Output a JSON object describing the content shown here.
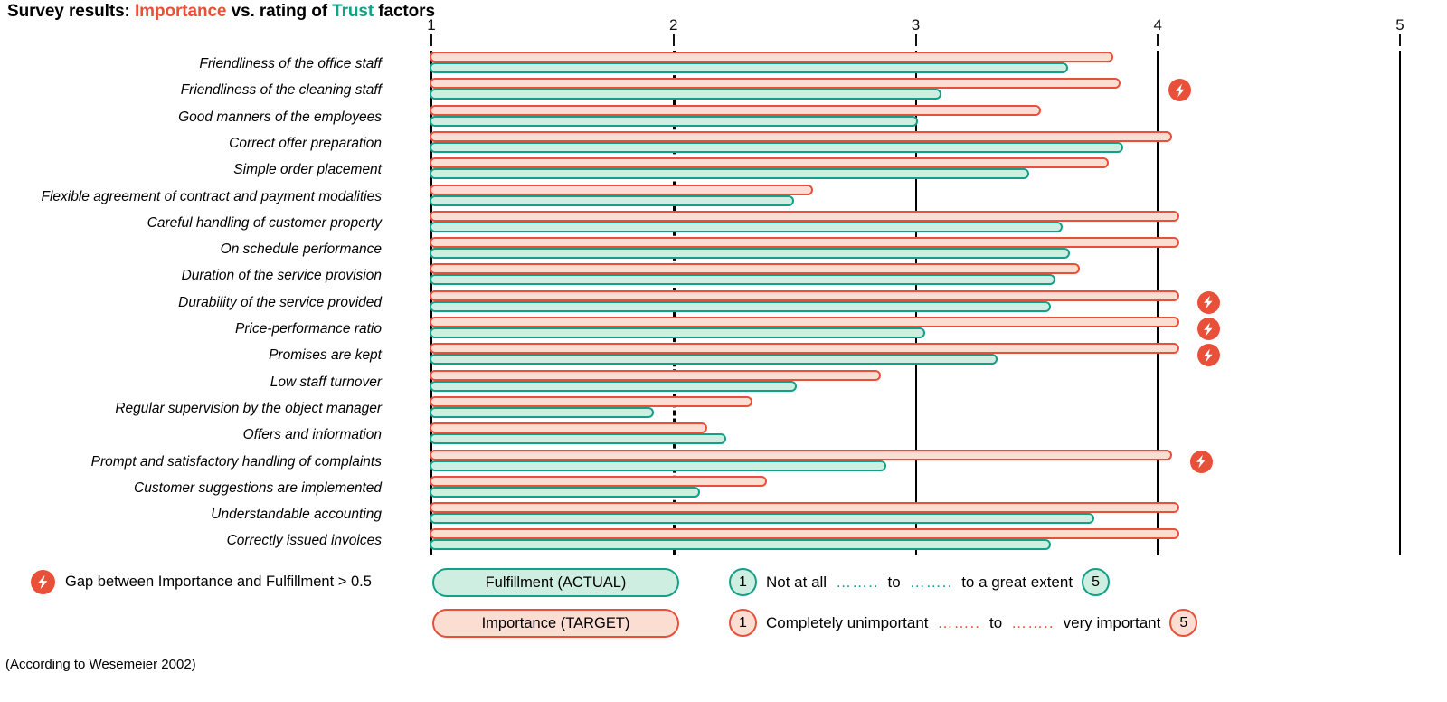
{
  "title": {
    "prefix": "Survey results: ",
    "importance_word": "Importance",
    "middle": " vs. rating of ",
    "trust_word": "Trust",
    "suffix": " factors"
  },
  "axis": {
    "ticks": [
      1,
      2,
      3,
      4,
      5
    ],
    "min": 1,
    "max": 5
  },
  "legend": {
    "gap_note": "Gap between Importance and Fulfillment > 0.5",
    "gap_badge_icon": "lightning-bolt-icon",
    "fulfillment_pill": "Fulfillment (ACTUAL)",
    "importance_pill": "Importance (TARGET)",
    "scale_fulfillment": {
      "low_number": "1",
      "low_text": "Not at all",
      "dots_1": "……..",
      "to": "to",
      "dots_2": "……..",
      "high_text": "to a great extent",
      "high_number": "5"
    },
    "scale_importance": {
      "low_number": "1",
      "low_text": "Completely unimportant",
      "dots_1": "……..",
      "to": "to",
      "dots_2": "……..",
      "high_text": "very important",
      "high_number": "5"
    }
  },
  "source_note": "(According to Wesemeier 2002)",
  "cut_note": "",
  "colors": {
    "importance_stroke": "#E8503A",
    "importance_fill": "#FBDDD2",
    "fulfillment_stroke": "#14A086",
    "fulfillment_fill": "#CFEEE2",
    "badge": "#E8503A",
    "axis": "#000000"
  },
  "chart_data": {
    "type": "bar",
    "title": "Survey results: Importance vs. rating of Trust factors",
    "xlabel": "",
    "ylabel": "",
    "xlim": [
      1,
      5
    ],
    "grid": true,
    "legend_position": "bottom",
    "series": [
      {
        "name": "Importance (TARGET)",
        "color": "#E8503A"
      },
      {
        "name": "Fulfillment (ACTUAL)",
        "color": "#14A086"
      }
    ],
    "categories": [
      "Friendliness of the office staff",
      "Friendliness of the cleaning staff",
      "Good manners of the employees",
      "Correct offer preparation",
      "Simple order placement",
      "Flexible agreement of contract and payment modalities",
      "Careful handling of customer property",
      "On schedule performance",
      "Duration of the service provision",
      "Durability of the service provided",
      "Price-performance ratio",
      "Promises are kept",
      "Low staff turnover",
      "Regular supervision by the object manager",
      "Offers and information",
      "Prompt and satisfactory handling of complaints",
      "Customer suggestions are implemented",
      "Understandable accounting",
      "Correctly issued invoices"
    ],
    "rows": [
      {
        "label": "Friendliness of the office staff",
        "importance": 3.81,
        "fulfillment": 3.62,
        "gap_flag": false
      },
      {
        "label": "Friendliness of the cleaning staff",
        "importance": 3.84,
        "fulfillment": 3.1,
        "gap_flag": true
      },
      {
        "label": "Good manners of the employees",
        "importance": 3.51,
        "fulfillment": 3.0,
        "gap_flag": false
      },
      {
        "label": "Correct offer preparation",
        "importance": 4.05,
        "fulfillment": 3.85,
        "gap_flag": false
      },
      {
        "label": "Simple order placement",
        "importance": 3.79,
        "fulfillment": 3.46,
        "gap_flag": false
      },
      {
        "label": "Flexible agreement of contract and payment modalities",
        "importance": 2.57,
        "fulfillment": 2.49,
        "gap_flag": false
      },
      {
        "label": "Careful handling of customer property",
        "importance": 4.08,
        "fulfillment": 3.6,
        "gap_flag": false
      },
      {
        "label": "On schedule performance",
        "importance": 4.08,
        "fulfillment": 3.63,
        "gap_flag": false
      },
      {
        "label": "Duration of the service provision",
        "importance": 3.67,
        "fulfillment": 3.57,
        "gap_flag": false
      },
      {
        "label": "Durability of the service provided",
        "importance": 4.08,
        "fulfillment": 3.55,
        "gap_flag": true
      },
      {
        "label": "Price-performance ratio",
        "importance": 4.08,
        "fulfillment": 3.03,
        "gap_flag": true
      },
      {
        "label": "Promises are kept",
        "importance": 4.08,
        "fulfillment": 3.33,
        "gap_flag": true
      },
      {
        "label": "Low staff turnover",
        "importance": 2.85,
        "fulfillment": 2.5,
        "gap_flag": false
      },
      {
        "label": "Regular supervision by the object manager",
        "importance": 2.32,
        "fulfillment": 1.91,
        "gap_flag": false
      },
      {
        "label": "Offers and information",
        "importance": 2.13,
        "fulfillment": 2.21,
        "gap_flag": false
      },
      {
        "label": "Prompt and satisfactory handling of complaints",
        "importance": 4.05,
        "fulfillment": 2.87,
        "gap_flag": true
      },
      {
        "label": "Customer suggestions are implemented",
        "importance": 2.38,
        "fulfillment": 2.1,
        "gap_flag": false
      },
      {
        "label": "Understandable accounting",
        "importance": 4.08,
        "fulfillment": 3.73,
        "gap_flag": false
      },
      {
        "label": "Correctly issued invoices",
        "importance": 4.08,
        "fulfillment": 3.55,
        "gap_flag": false
      }
    ]
  }
}
